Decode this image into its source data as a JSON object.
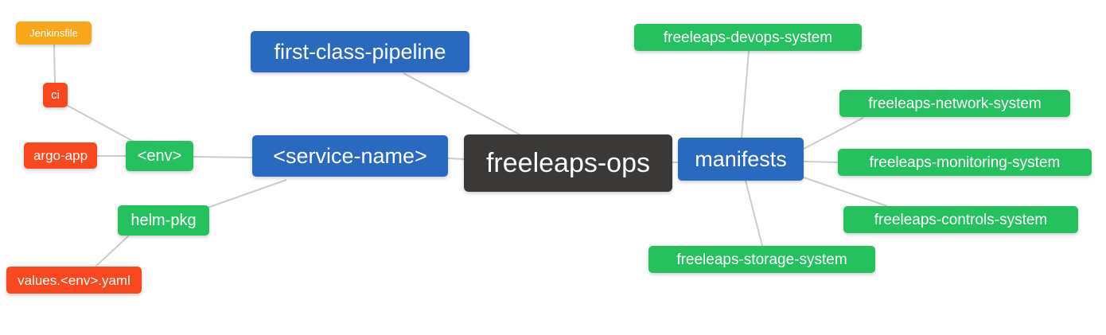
{
  "diagram": {
    "title": "freeleaps-ops mind map",
    "edge_color": "#cccccc",
    "colors": {
      "root": "#3b3838",
      "primary": "#2969c0",
      "secondary": "#25c15f",
      "leaf_red": "#f9481e",
      "leaf_orange": "#faa61a"
    },
    "nodes": {
      "root": {
        "label": "freeleaps-ops"
      },
      "first_class_pipeline": {
        "label": "first-class-pipeline"
      },
      "service_name": {
        "label": "<service-name>"
      },
      "manifests": {
        "label": "manifests"
      },
      "env": {
        "label": "<env>"
      },
      "helm_pkg": {
        "label": "helm-pkg"
      },
      "ci": {
        "label": "ci"
      },
      "jenkinsfile": {
        "label": "Jenkinsfile"
      },
      "argo_app": {
        "label": "argo-app"
      },
      "values_env_yaml": {
        "label": "values.<env>.yaml"
      },
      "devops_system": {
        "label": "freeleaps-devops-system"
      },
      "network_system": {
        "label": "freeleaps-network-system"
      },
      "monitoring_system": {
        "label": "freeleaps-monitoring-system"
      },
      "controls_system": {
        "label": "freeleaps-controls-system"
      },
      "storage_system": {
        "label": "freeleaps-storage-system"
      }
    },
    "edges": [
      "jenkinsfile-ci",
      "ci-env",
      "argo_app-env",
      "env-service_name",
      "service_name-helm_pkg",
      "helm_pkg-values_env_yaml",
      "first_class_pipeline-root",
      "service_name-root",
      "root-manifests",
      "manifests-devops_system",
      "manifests-network_system",
      "manifests-monitoring_system",
      "manifests-controls_system",
      "manifests-storage_system"
    ]
  }
}
